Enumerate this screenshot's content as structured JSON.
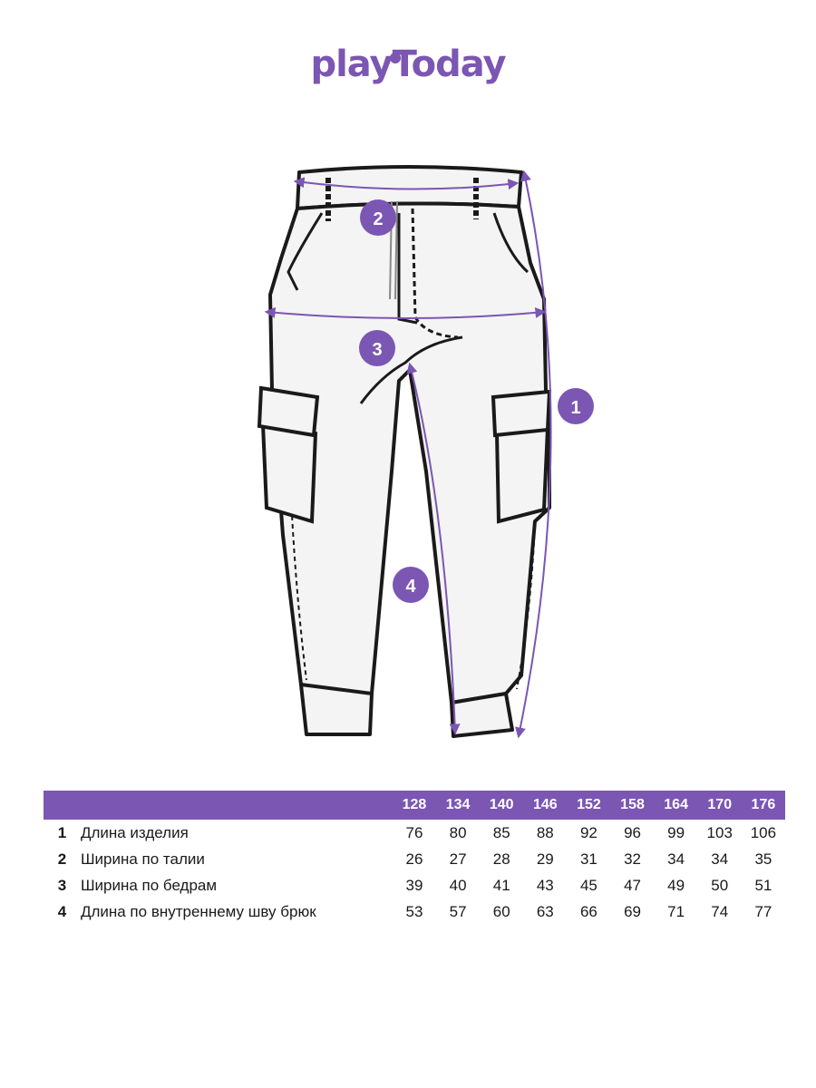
{
  "brand": {
    "name": "playToday",
    "color": "#7b56b3"
  },
  "markers": [
    {
      "label": "1"
    },
    {
      "label": "2"
    },
    {
      "label": "3"
    },
    {
      "label": "4"
    }
  ],
  "table": {
    "sizes": [
      "128",
      "134",
      "140",
      "146",
      "152",
      "158",
      "164",
      "170",
      "176"
    ],
    "rows": [
      {
        "num": "1",
        "label": "Длина изделия",
        "values": [
          "76",
          "80",
          "85",
          "88",
          "92",
          "96",
          "99",
          "103",
          "106"
        ]
      },
      {
        "num": "2",
        "label": "Ширина по талии",
        "values": [
          "26",
          "27",
          "28",
          "29",
          "31",
          "32",
          "34",
          "34",
          "35"
        ]
      },
      {
        "num": "3",
        "label": "Ширина по бедрам",
        "values": [
          "39",
          "40",
          "41",
          "43",
          "45",
          "47",
          "49",
          "50",
          "51"
        ]
      },
      {
        "num": "4",
        "label": "Длина по внутреннему шву брюк",
        "values": [
          "53",
          "57",
          "60",
          "63",
          "66",
          "69",
          "71",
          "74",
          "77"
        ]
      }
    ]
  }
}
